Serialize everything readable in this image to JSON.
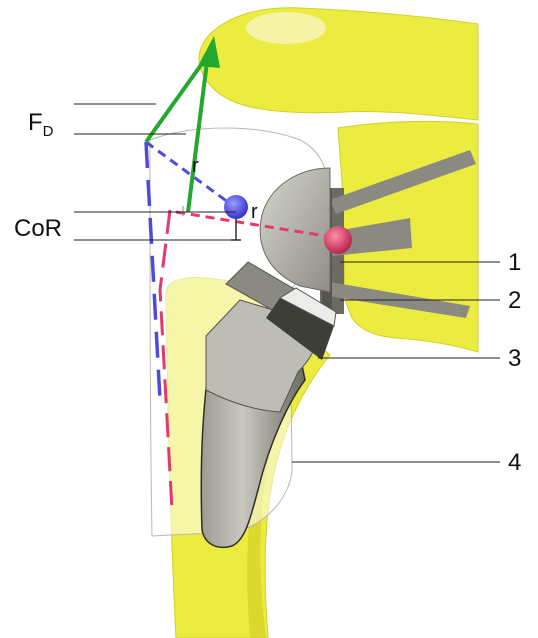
{
  "labels": {
    "force_main": "F",
    "force_sub": "D",
    "cor": "CoR",
    "r_upper": "r",
    "r_lower": "r",
    "n1": "1",
    "n2": "2",
    "n3": "3",
    "n4": "4"
  },
  "colors": {
    "bone": "#ecec40",
    "bone_dark": "#c9c51b",
    "bone_light": "#f4f3a6",
    "implant": "#bdbdb5",
    "implant_dark": "#55554d",
    "force_arrow": "#22a82d",
    "anatomic_axis": "#4b4bdc",
    "prosthetic_axis": "#e23a6a",
    "cor_native": "#4646e0",
    "cor_prosthetic": "#d63058"
  }
}
